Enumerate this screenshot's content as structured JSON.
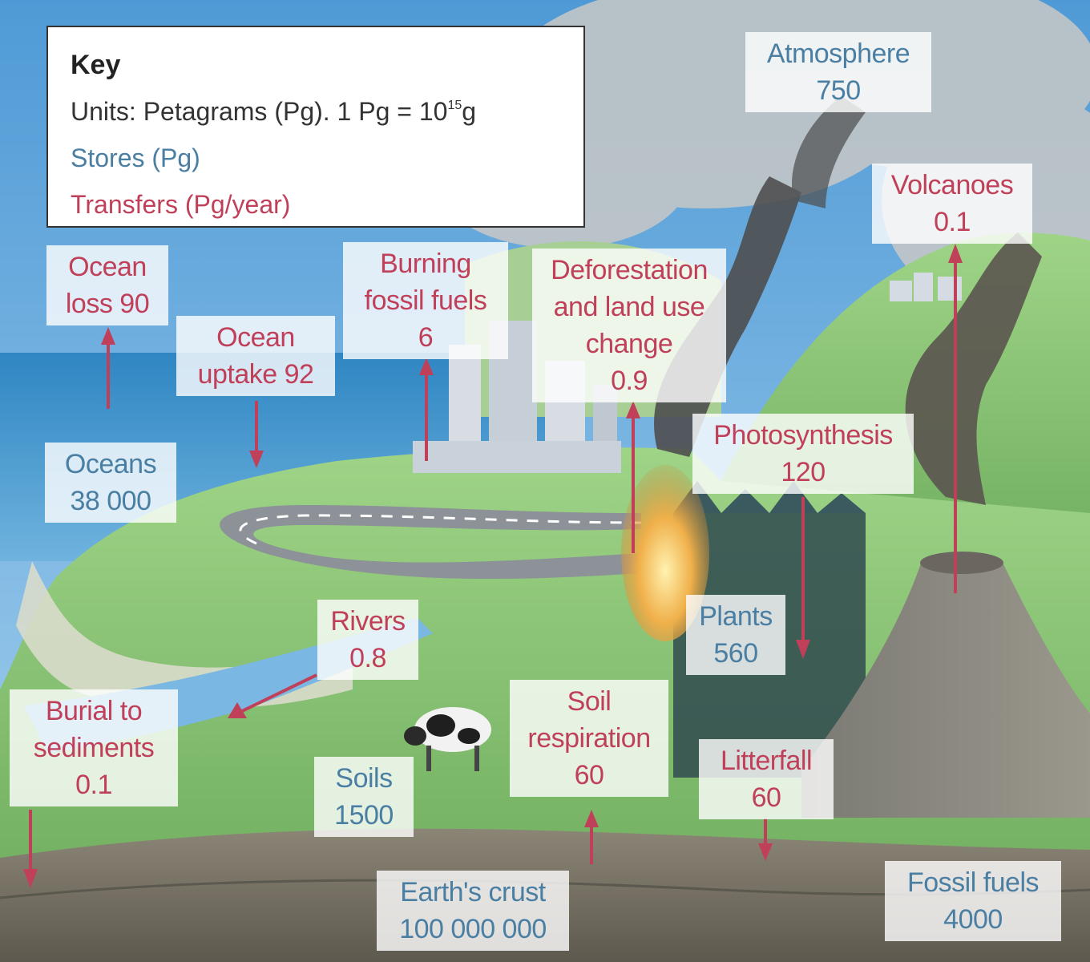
{
  "key": {
    "title": "Key",
    "units_prefix": "Units: Petagrams (Pg). 1 Pg = 10",
    "units_exponent": "15",
    "units_suffix": "g",
    "stores": "Stores (Pg)",
    "transfers": "Transfers (Pg/year)"
  },
  "stores": {
    "atmosphere": {
      "name": "Atmosphere",
      "value": "750"
    },
    "oceans": {
      "name": "Oceans",
      "value": "38 000"
    },
    "plants": {
      "name": "Plants",
      "value": "560"
    },
    "soils": {
      "name": "Soils",
      "value": "1500"
    },
    "earths_crust": {
      "name": "Earth's crust",
      "value": "100 000 000"
    },
    "fossil_fuels": {
      "name": "Fossil fuels",
      "value": "4000"
    }
  },
  "transfers": {
    "volcanoes": {
      "lines": [
        "Volcanoes",
        "0.1"
      ]
    },
    "ocean_loss": {
      "lines": [
        "Ocean",
        "loss 90"
      ]
    },
    "ocean_uptake": {
      "lines": [
        "Ocean",
        "uptake 92"
      ]
    },
    "burning_fossil_fuels": {
      "lines": [
        "Burning",
        "fossil fuels",
        "6"
      ]
    },
    "deforestation": {
      "lines": [
        "Deforestation",
        "and land use",
        "change",
        "0.9"
      ]
    },
    "photosynthesis": {
      "lines": [
        "Photosynthesis",
        "120"
      ]
    },
    "rivers": {
      "lines": [
        "Rivers",
        "0.8"
      ]
    },
    "soil_respiration": {
      "lines": [
        "Soil",
        "respiration",
        "60"
      ]
    },
    "litterfall": {
      "lines": [
        "Litterfall",
        "60"
      ]
    },
    "burial_to_sediments": {
      "lines": [
        "Burial to",
        "sediments",
        "0.1"
      ]
    }
  },
  "colors": {
    "store_text": "#4a7fa3",
    "transfer_text": "#c0405a",
    "arrow": "#c0405a",
    "sky": "#6fb0de",
    "sea": "#3d8fc4",
    "grass": "#7fc26a",
    "smoke": "#5a5a5a",
    "ground": "#6d6a5e"
  }
}
